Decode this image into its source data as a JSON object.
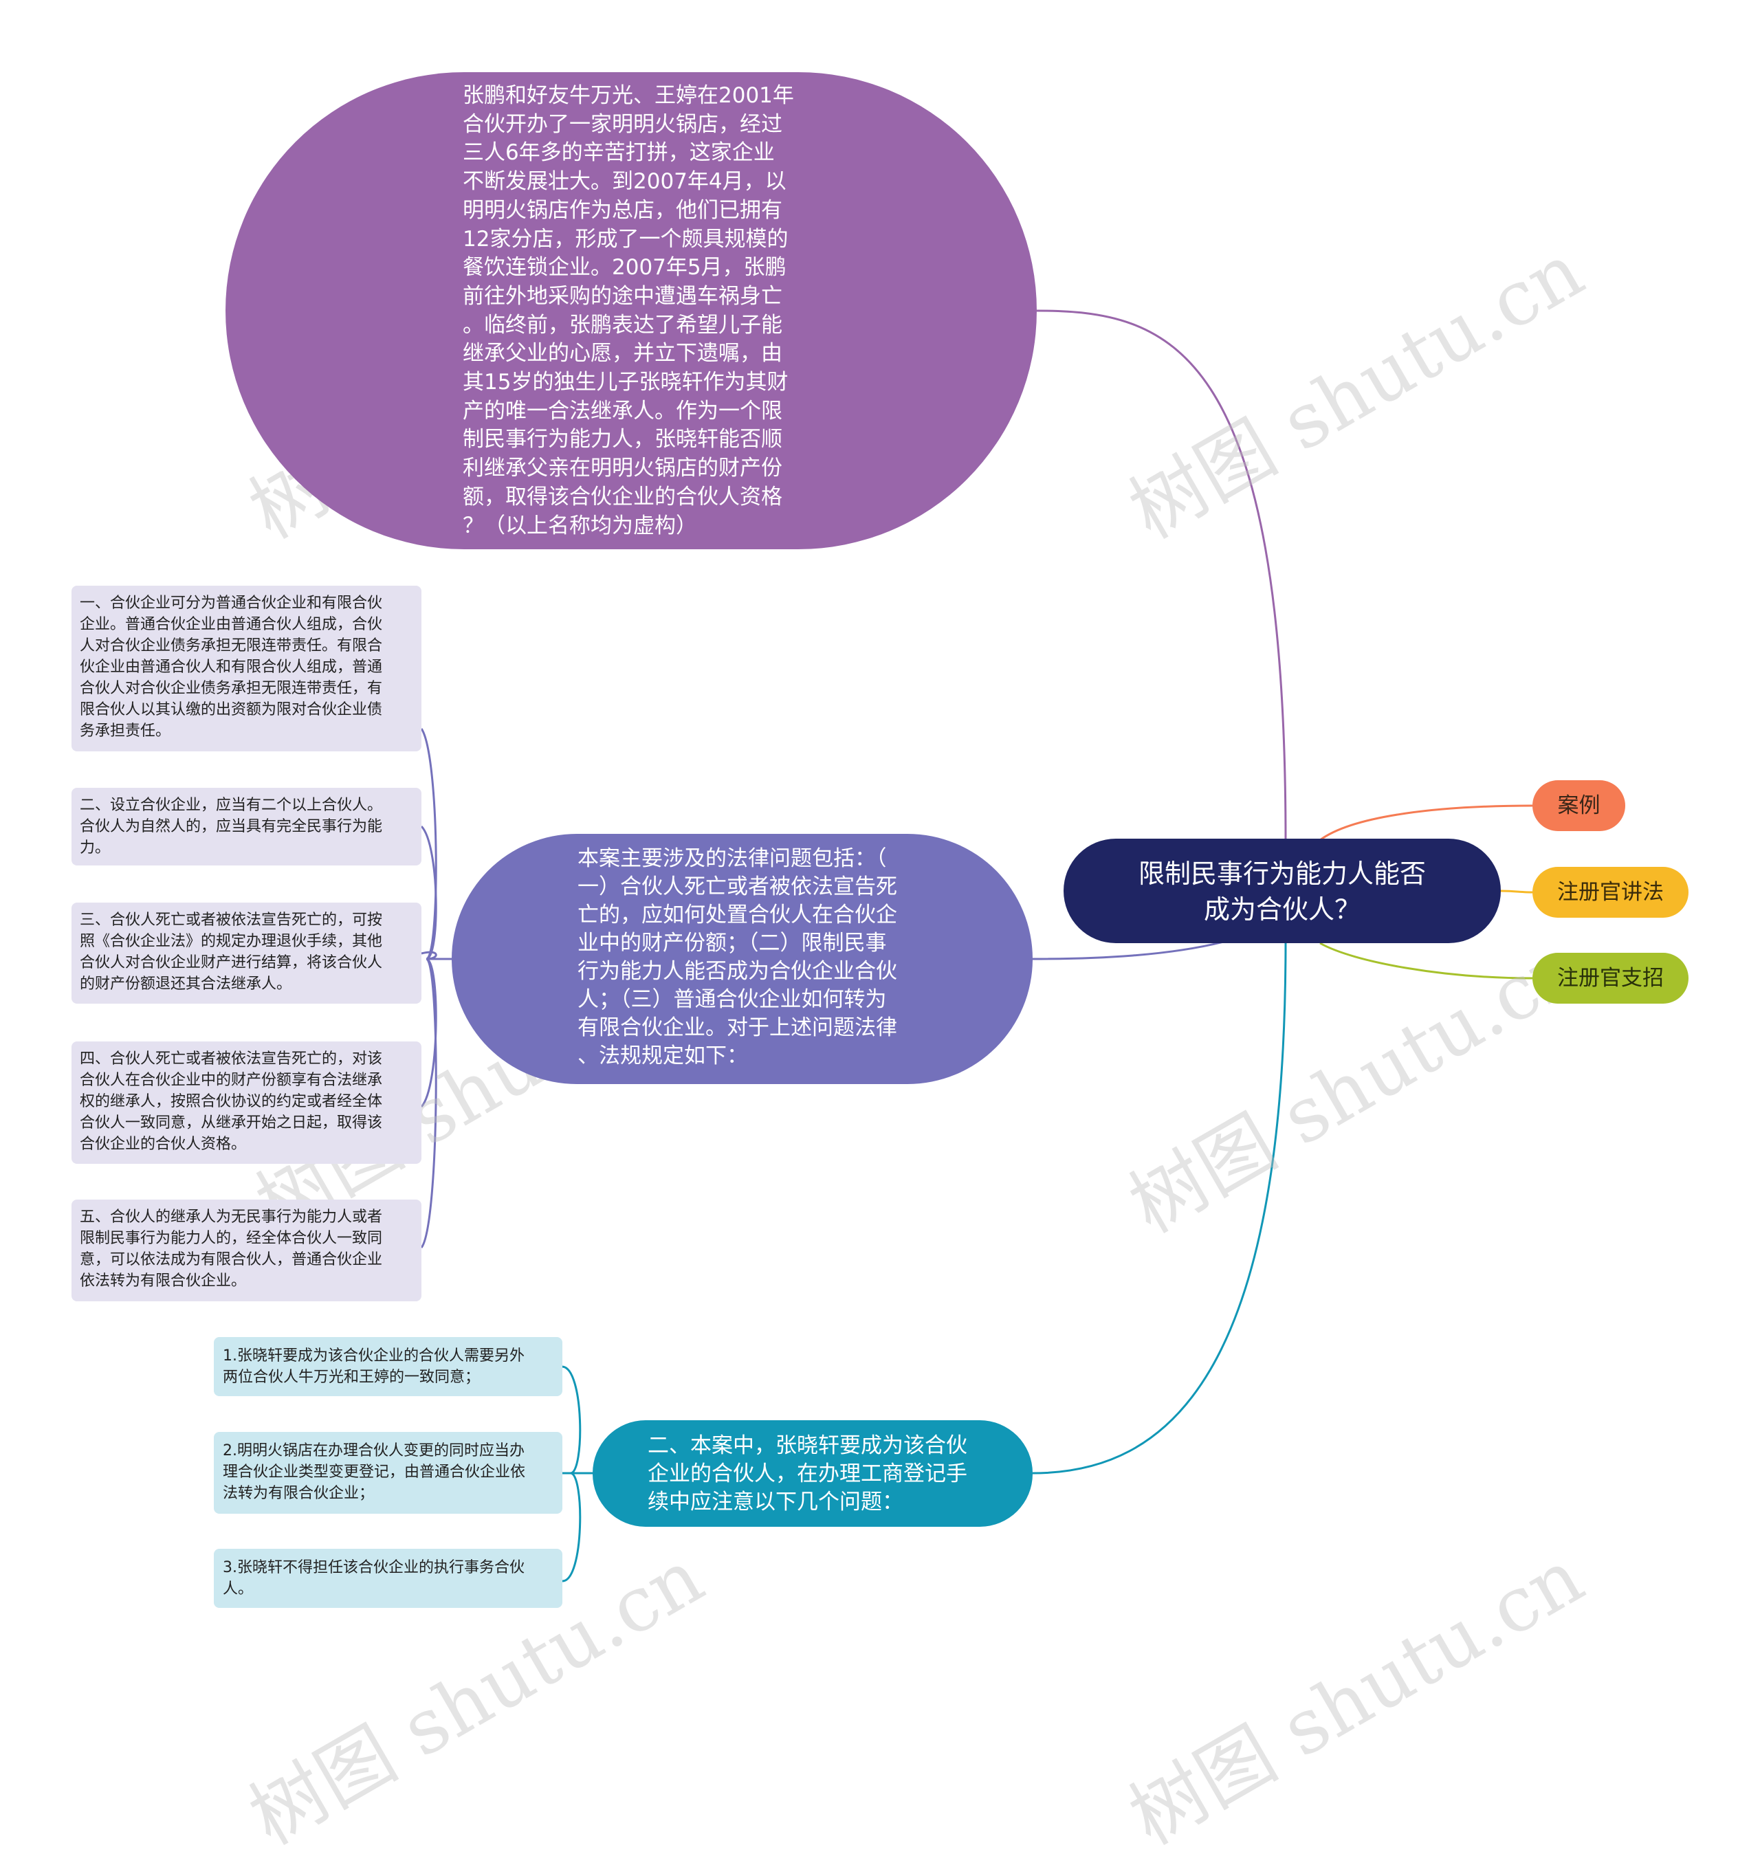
{
  "root": {
    "label": "限制民事行为能力人能否\n成为合伙人？"
  },
  "tags": {
    "case": "案例",
    "lecture": "注册官讲法",
    "recruit": "注册官支招"
  },
  "case_node": {
    "text": "张鹏和好友牛万光、王婷在2001年\n合伙开办了一家明明火锅店，经过\n三人6年多的辛苦打拼，这家企业\n不断发展壮大。到2007年4月，以\n明明火锅店作为总店，他们已拥有\n12家分店，形成了一个颇具规模的\n餐饮连锁企业。2007年5月，张鹏\n前往外地采购的途中遭遇车祸身亡\n。临终前，张鹏表达了希望儿子能\n继承父业的心愿，并立下遗嘱，由\n其15岁的独生儿子张晓轩作为其财\n产的唯一合法继承人。作为一个限\n制民事行为能力人，张晓轩能否顺\n利继承父亲在明明火锅店的财产份\n额，取得该合伙企业的合伙人资格\n？（以上名称均为虚构）"
  },
  "issues_node": {
    "text": "本案主要涉及的法律问题包括：（\n一）合伙人死亡或者被依法宣告死\n亡的，应如何处置合伙人在合伙企\n业中的财产份额；（二）限制民事\n行为能力人能否成为合伙企业合伙\n人；（三）普通合伙企业如何转为\n有限合伙企业。对于上述问题法律\n、法规规定如下："
  },
  "laws": [
    "一、合伙企业可分为普通合伙企业和有限合伙\n企业。普通合伙企业由普通合伙人组成，合伙\n人对合伙企业债务承担无限连带责任。有限合\n伙企业由普通合伙人和有限合伙人组成，普通\n合伙人对合伙企业债务承担无限连带责任，有\n限合伙人以其认缴的出资额为限对合伙企业债\n务承担责任。",
    "二、设立合伙企业，应当有二个以上合伙人。\n合伙人为自然人的，应当具有完全民事行为能\n力。",
    "三、合伙人死亡或者被依法宣告死亡的，可按\n照《合伙企业法》的规定办理退伙手续，其他\n合伙人对合伙企业财产进行结算，将该合伙人\n的财产份额退还其合法继承人。",
    "四、合伙人死亡或者被依法宣告死亡的，对该\n合伙人在合伙企业中的财产份额享有合法继承\n权的继承人，按照合伙协议的约定或者经全体\n合伙人一致同意，从继承开始之日起，取得该\n合伙企业的合伙人资格。",
    "五、合伙人的继承人为无民事行为能力人或者\n限制民事行为能力人的，经全体合伙人一致同\n意，可以依法成为有限合伙人，普通合伙企业\n依法转为有限合伙企业。"
  ],
  "note_node": {
    "text": "二、本案中，张晓轩要成为该合伙\n企业的合伙人，在办理工商登记手\n续中应注意以下几个问题："
  },
  "points": [
    "1.张晓轩要成为该合伙企业的合伙人需要另外\n两位合伙人牛万光和王婷的一致同意；",
    "2.明明火锅店在办理合伙人变更的同时应当办\n理合伙企业类型变更登记，由普通合伙企业依\n法转为有限合伙企业；",
    "3.张晓轩不得担任该合伙企业的执行事务合伙\n人。"
  ],
  "watermark": "树图 shutu.cn",
  "colors": {
    "case": "#9966aa",
    "issues": "#7471bb",
    "note": "#1197b6",
    "root": "#1f2563",
    "tag_case": "#f57b53",
    "tag_lecture": "#f7b927",
    "tag_recruit": "#a6c12b",
    "law_box": "#e4e1f0",
    "point_box": "#cbe8f0"
  }
}
